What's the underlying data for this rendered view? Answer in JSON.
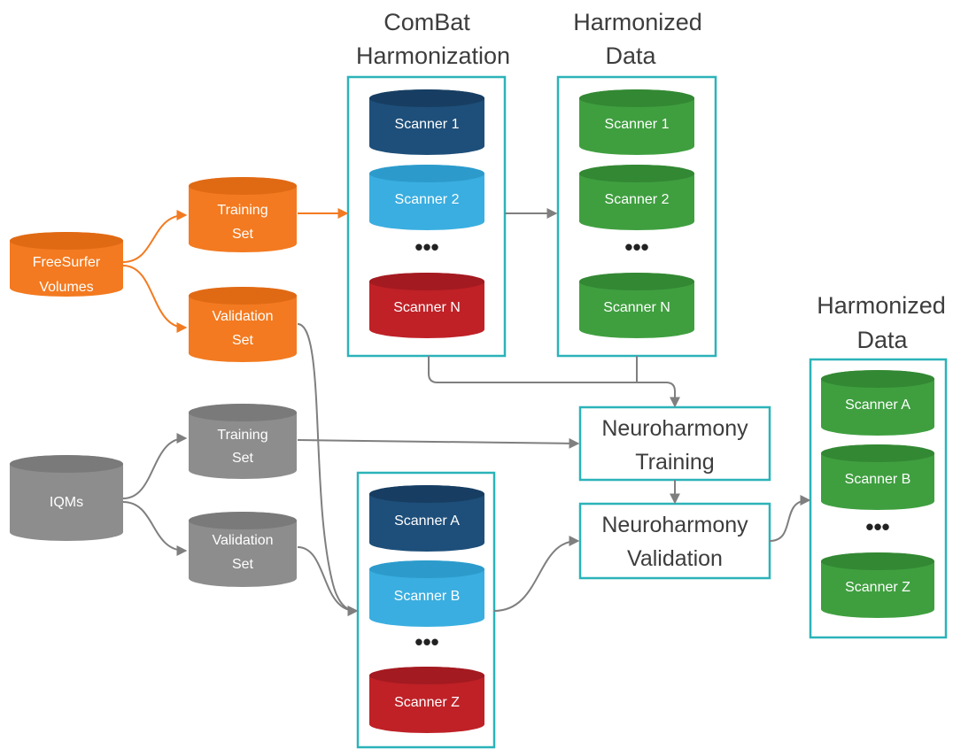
{
  "colors": {
    "orange": "#f37a20",
    "gray": "#8d8d8d",
    "navy": "#1e4f7a",
    "sky": "#3aaee0",
    "red": "#bf2127",
    "green": "#3f9f3f",
    "teal": "#2bb3b9",
    "arrow": "#7f7f7f"
  },
  "headings": {
    "combat_line1": "ComBat",
    "combat_line2": "Harmonization",
    "harm_line1": "Harmonized",
    "harm_line2": "Data",
    "harm2_line1": "Harmonized",
    "harm2_line2": "Data"
  },
  "sources": {
    "freesurfer_line1": "FreeSurfer",
    "freesurfer_line2": "Volumes",
    "iqms": "IQMs"
  },
  "sets": {
    "fs_training_line1": "Training",
    "fs_training_line2": "Set",
    "fs_validation_line1": "Validation",
    "fs_validation_line2": "Set",
    "iqm_training_line1": "Training",
    "iqm_training_line2": "Set",
    "iqm_validation_line1": "Validation",
    "iqm_validation_line2": "Set"
  },
  "combat_scanners": [
    "Scanner 1",
    "Scanner 2",
    "Scanner N"
  ],
  "harmonized_scanners": [
    "Scanner 1",
    "Scanner 2",
    "Scanner N"
  ],
  "validation_scanners": [
    "Scanner A",
    "Scanner B",
    "Scanner Z"
  ],
  "harmonized2_scanners": [
    "Scanner A",
    "Scanner B",
    "Scanner Z"
  ],
  "ellipsis": "•••",
  "neuro": {
    "training_line1": "Neuroharmony",
    "training_line2": "Training",
    "validation_line1": "Neuroharmony",
    "validation_line2": "Validation"
  }
}
